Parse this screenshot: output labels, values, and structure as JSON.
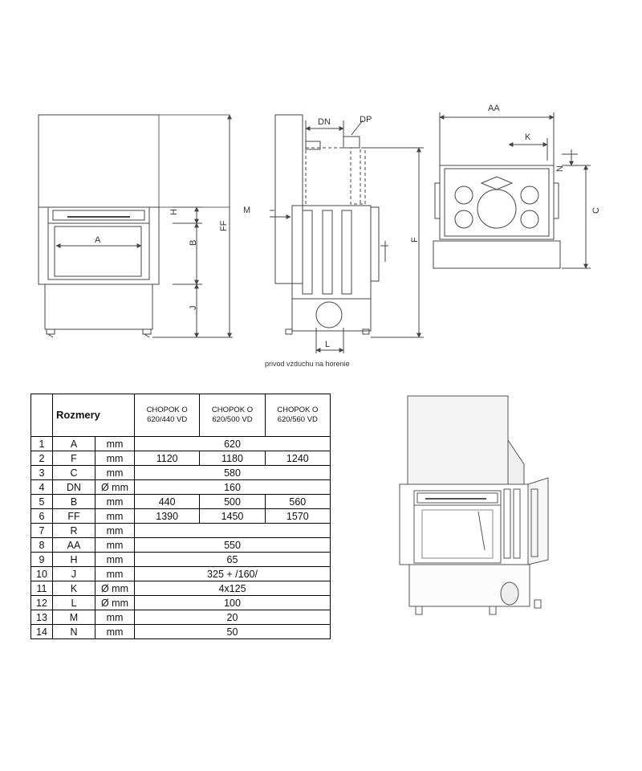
{
  "drawing": {
    "labels": {
      "A": "A",
      "H": "H",
      "B": "B",
      "J": "J",
      "FF": "FF",
      "M": "M",
      "DN": "DN",
      "DP": "DP",
      "F": "F",
      "L": "L",
      "AA": "AA",
      "K": "K",
      "N": "N",
      "C": "C"
    },
    "caption": "privod vzduchu na horenie"
  },
  "table": {
    "title": "Rozmery",
    "columns": [
      "CHOPOK O 620/440 VD",
      "CHOPOK O 620/500 VD",
      "CHOPOK O 620/560 VD"
    ],
    "columns_split": [
      [
        "CHOPOK O",
        "620/440 VD"
      ],
      [
        "CHOPOK O",
        "620/500 VD"
      ],
      [
        "CHOPOK O",
        "620/560 VD"
      ]
    ],
    "rows": [
      {
        "n": "1",
        "sym": "A",
        "unit": "mm",
        "vals": [
          "620"
        ]
      },
      {
        "n": "2",
        "sym": "F",
        "unit": "mm",
        "vals": [
          "1120",
          "1180",
          "1240"
        ]
      },
      {
        "n": "3",
        "sym": "C",
        "unit": "mm",
        "vals": [
          "580"
        ]
      },
      {
        "n": "4",
        "sym": "DN",
        "unit": "Ø mm",
        "vals": [
          "160"
        ]
      },
      {
        "n": "5",
        "sym": "B",
        "unit": "mm",
        "vals": [
          "440",
          "500",
          "560"
        ]
      },
      {
        "n": "6",
        "sym": "FF",
        "unit": "mm",
        "vals": [
          "1390",
          "1450",
          "1570"
        ]
      },
      {
        "n": "7",
        "sym": "R",
        "unit": "mm",
        "vals": [
          ""
        ]
      },
      {
        "n": "8",
        "sym": "AA",
        "unit": "mm",
        "vals": [
          "550"
        ]
      },
      {
        "n": "9",
        "sym": "H",
        "unit": "mm",
        "vals": [
          "65"
        ]
      },
      {
        "n": "10",
        "sym": "J",
        "unit": "mm",
        "vals": [
          "325 + /160/"
        ]
      },
      {
        "n": "11",
        "sym": "K",
        "unit": "Ø mm",
        "vals": [
          "4x125"
        ]
      },
      {
        "n": "12",
        "sym": "L",
        "unit": "Ø mm",
        "vals": [
          "100"
        ]
      },
      {
        "n": "13",
        "sym": "M",
        "unit": "mm",
        "vals": [
          "20"
        ]
      },
      {
        "n": "14",
        "sym": "N",
        "unit": "mm",
        "vals": [
          "50"
        ]
      }
    ]
  }
}
